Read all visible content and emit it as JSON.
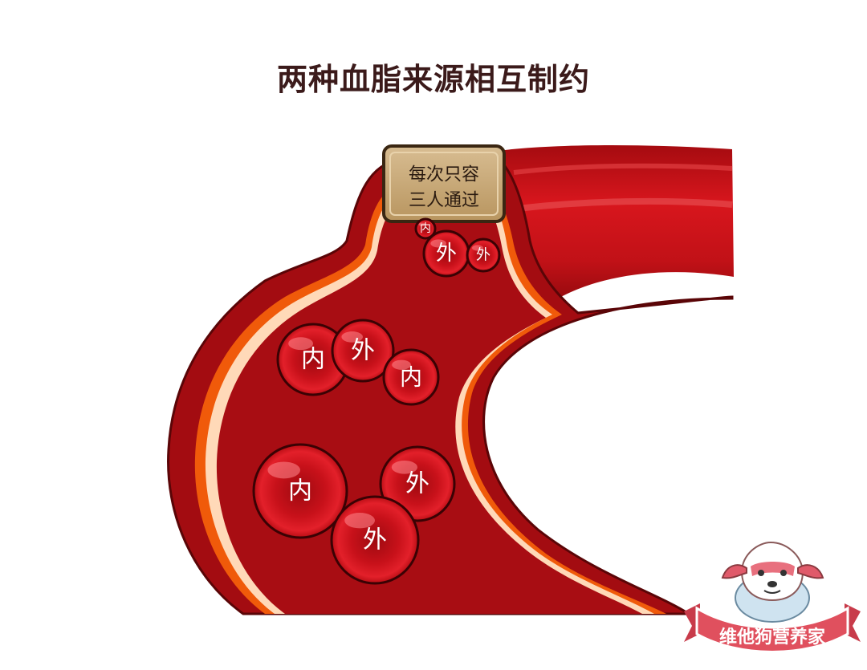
{
  "title": "两种血脂来源相互制约",
  "sign": {
    "line1": "每次只容",
    "line2": "三人通过"
  },
  "cells": [
    {
      "label": "内"
    },
    {
      "label": "外"
    },
    {
      "label": "外"
    },
    {
      "label": "内"
    },
    {
      "label": "外"
    },
    {
      "label": "内"
    },
    {
      "label": "内"
    },
    {
      "label": "外"
    },
    {
      "label": "外"
    }
  ],
  "watermark": {
    "text": "维他狗营养家"
  },
  "colors": {
    "vessel_dark": "#a40d12",
    "vessel_lumen": "#b00f16",
    "vessel_orange": "#f05a0a",
    "cell_red": "#d0121b",
    "sign_bg": "#c9a97a",
    "title": "#3b1a1a"
  },
  "icons": [
    "dog-mascot-icon",
    "ribbon-banner-icon"
  ]
}
